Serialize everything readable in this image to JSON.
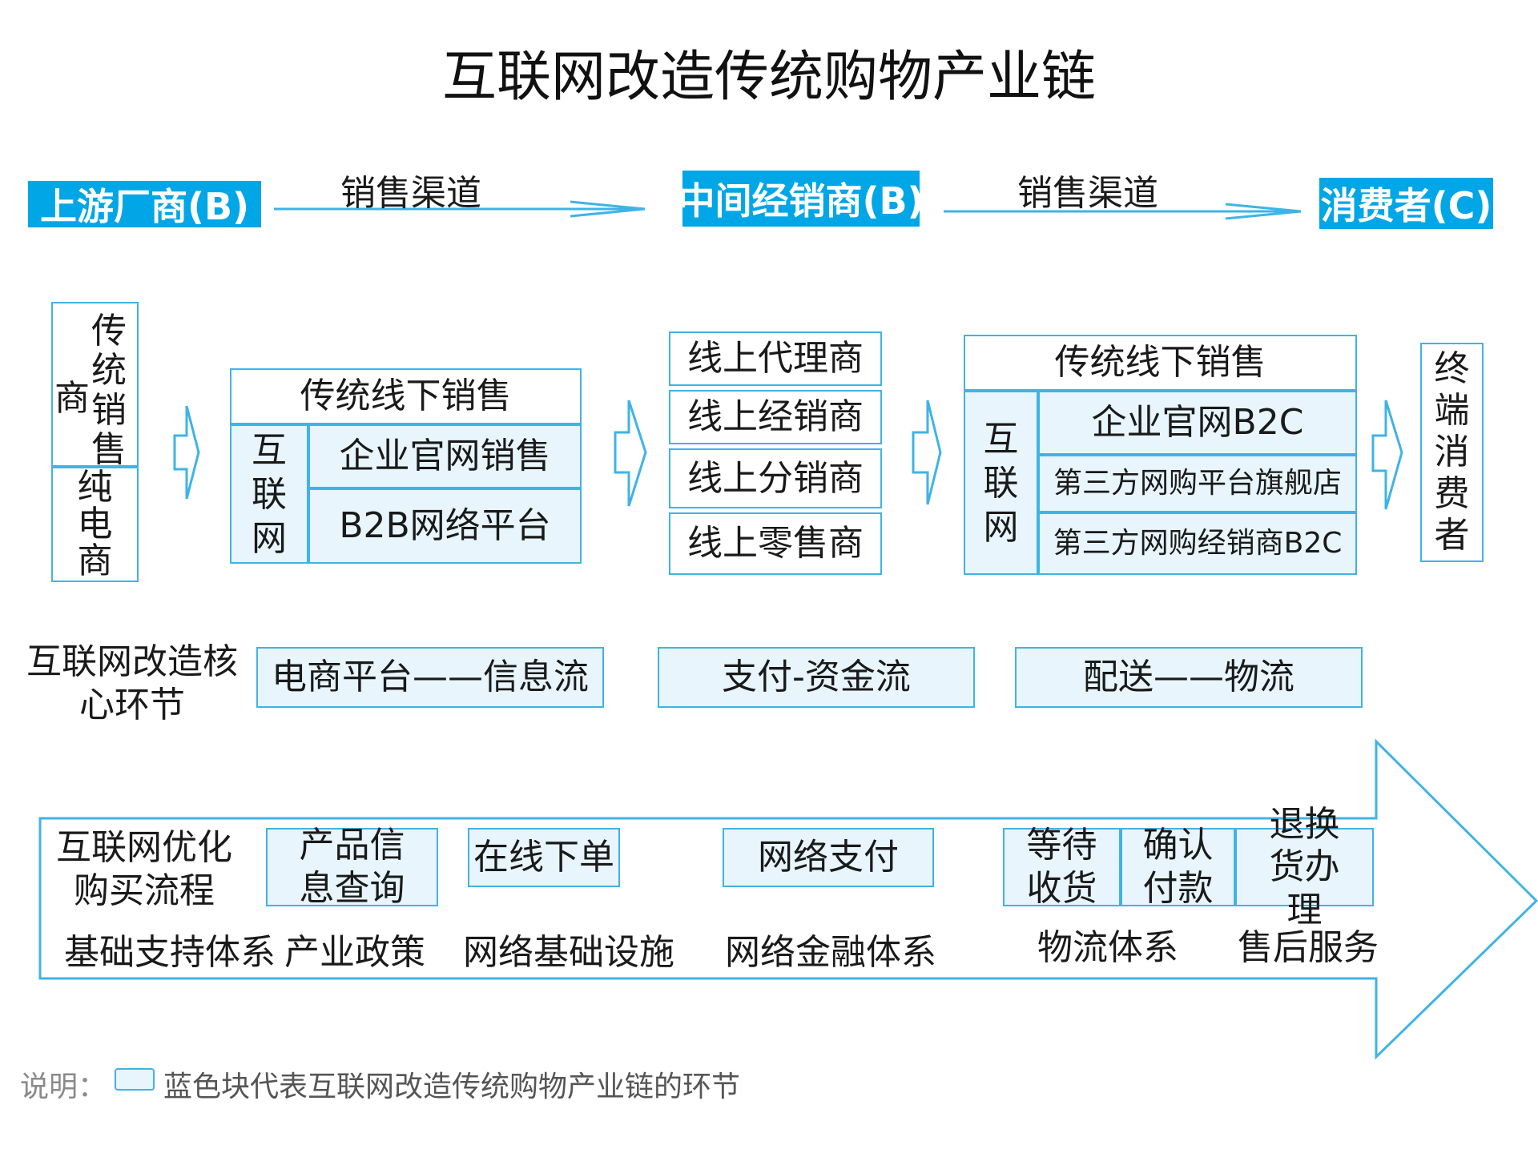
{
  "title": "互联网改造传统购物产业链",
  "header": {
    "upstream": "上游厂商(B)",
    "channel_1": "销售渠道",
    "middle": "中间经销商(B)",
    "channel_2": "销售渠道",
    "consumer": "消费者(C)"
  },
  "upstream": {
    "traditional_line1": "商",
    "traditional_line2": "传统销售",
    "pure_ecommerce": "纯电商"
  },
  "stage1": {
    "offline": "传统线下销售",
    "internet": "互联网",
    "official": "企业官网销售",
    "b2b": "B2B网络平台"
  },
  "middle": {
    "items": [
      "线上代理商",
      "线上经销商",
      "线上分销商",
      "线上零售商"
    ]
  },
  "stage3": {
    "offline": "传统线下销售",
    "internet": "互联网",
    "b2c": "企业官网B2C",
    "flagship": "第三方网购平台旗舰店",
    "dealer_b2c": "第三方网购经销商B2C"
  },
  "terminal": {
    "label": "终端消费者"
  },
  "core": {
    "label": "互联网改造核心环节",
    "items": [
      "电商平台——信息流",
      "支付-资金流",
      "配送——物流"
    ]
  },
  "process": {
    "label": "互联网优化购买流程",
    "steps": [
      "产品信息查询",
      "在线下单",
      "网络支付",
      "等待收货",
      "确认付款",
      "退换货办理"
    ]
  },
  "support": {
    "label": "基础支持体系",
    "items": [
      "产业政策",
      "网络基础设施",
      "网络金融体系",
      "物流体系",
      "售后服务"
    ]
  },
  "legend": {
    "prefix": "说明：",
    "text": "蓝色块代表互联网改造传统购物产业链的环节"
  },
  "colors": {
    "accent": "#00a6e6",
    "border": "#3fb3e6",
    "light_block": "#e8f5fc"
  }
}
